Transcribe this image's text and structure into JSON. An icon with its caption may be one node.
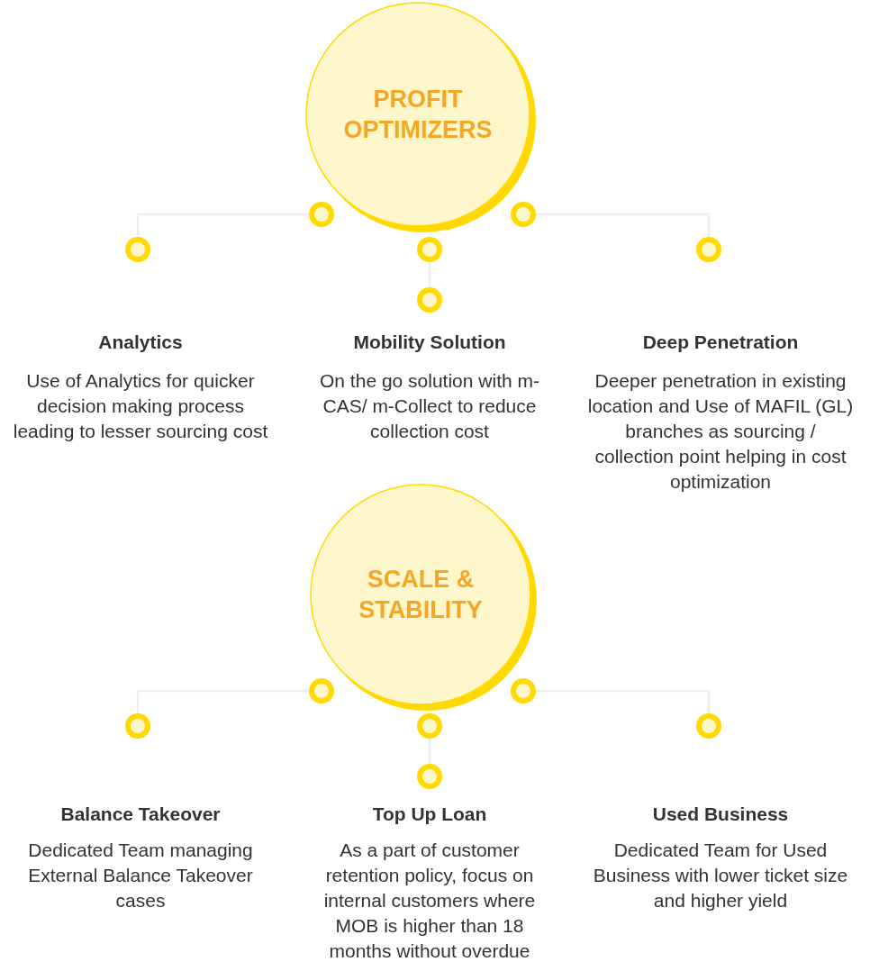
{
  "diagram": {
    "nodes": [
      {
        "text": [
          "PROFIT OPTIMIZERS"
        ]
      },
      {
        "text": [],
        "shape": "circle"
      },
      {
        "text": [],
        "shape": "circle"
      },
      {
        "text": [],
        "shape": "circle"
      },
      {
        "text": [],
        "shape": "circle"
      },
      {
        "text": [],
        "shape": "circle"
      },
      {
        "text": [],
        "shape": "circle"
      },
      {
        "text": [
          "SCALE & STABILITY"
        ]
      },
      {
        "text": [],
        "shape": "circle"
      },
      {
        "text": [],
        "shape": "circle"
      },
      {
        "text": [],
        "shape": "circle"
      },
      {
        "text": [],
        "shape": "circle"
      },
      {
        "text": [],
        "shape": "circle"
      },
      {
        "text": [],
        "shape": "circle"
      }
    ],
    "edges": [
      {
        "from": 1,
        "to": 3,
        "arrow": "none"
      },
      {
        "from": 2,
        "to": 5,
        "arrow": "none"
      },
      {
        "from": 4,
        "to": 6,
        "arrow": "none"
      },
      {
        "from": 8,
        "to": 10,
        "arrow": "none"
      },
      {
        "from": 9,
        "to": 12,
        "arrow": "none"
      },
      {
        "from": 11,
        "to": 13,
        "arrow": "none"
      }
    ],
    "labels": [
      "Analytics",
      "Mobility Solution",
      "Deep Penetration",
      "Use of Analytics for quicker decision making process leading to lesser sourcing cost",
      "On the go solution with m-CAS/ m-Collect to reduce collection cost",
      "Deeper penetration in existing location and Use of MAFIL (GL) branches as sourcing / collection point helping in cost optimization",
      "Balance Takeover",
      "Top Up Loan",
      "Used Business",
      "Dedicated Team managing External Balance Takeover cases",
      "As a part of customer retention policy, focus on internal customers where MOB is higher than 18 months without overdue",
      "Dedicated Team for Used Business with lower ticket size and higher yield"
    ]
  }
}
